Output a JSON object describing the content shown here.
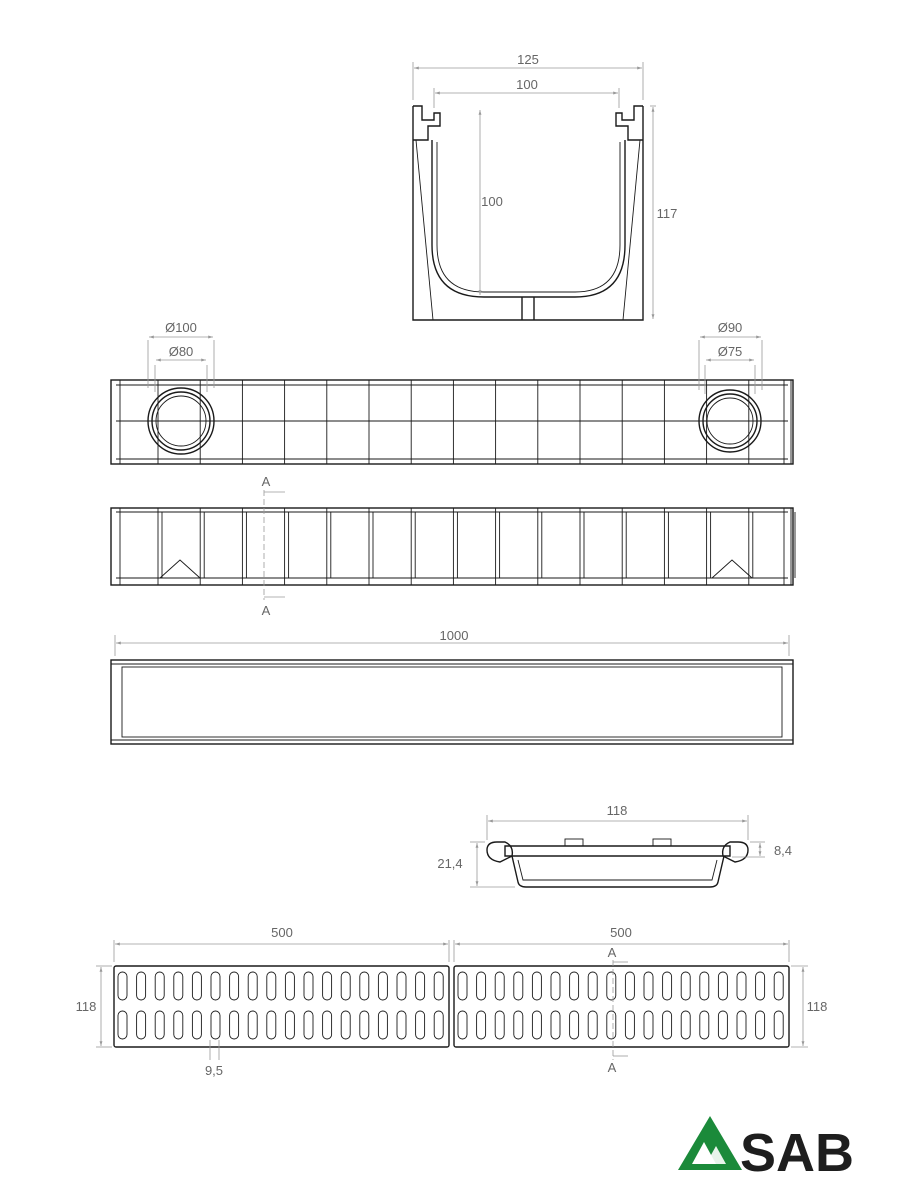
{
  "dimensions": {
    "section_width_outer": "125",
    "section_width_inner": "100",
    "section_depth_inner": "100",
    "section_height": "117",
    "outlet_left_outer": "Ø100",
    "outlet_left_inner": "Ø80",
    "outlet_right_outer": "Ø90",
    "outlet_right_inner": "Ø75",
    "channel_length": "1000",
    "grate_width": "118",
    "grate_height": "21,4",
    "grate_lip": "8,4",
    "grate_length_left": "500",
    "grate_length_right": "500",
    "grate_plan_width_left": "118",
    "grate_plan_width_right": "118",
    "slot_width": "9,5"
  },
  "section_marks": {
    "channel_top": "A",
    "channel_bottom": "A",
    "grate_top": "A",
    "grate_bottom": "A"
  },
  "logo": {
    "text": "SAB",
    "color": "#1b8a3a"
  }
}
